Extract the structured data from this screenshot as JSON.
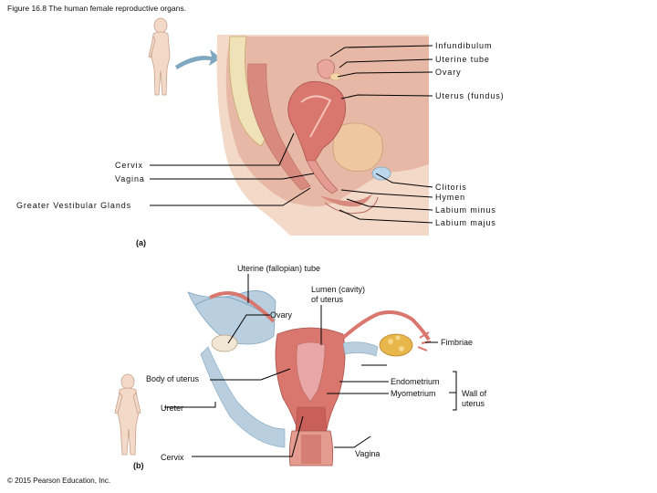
{
  "figure": {
    "caption": "Figure 16.8 The human female reproductive organs.",
    "copyright": "© 2015 Pearson Education, Inc."
  },
  "panel_a": {
    "letter": "(a)",
    "labels": {
      "infundibulum": "Infundibulum",
      "uterine_tube": "Uterine tube",
      "ovary": "Ovary",
      "uterus_fundus": "Uterus (fundus)",
      "cervix": "Cervix",
      "vagina": "Vagina",
      "greater_vestibular_glands": "Greater Vestibular Glands",
      "clitoris": "Clitoris",
      "hymen": "Hymen",
      "labium_minus": "Labium minus",
      "labium_majus": "Labium majus"
    }
  },
  "panel_b": {
    "letter": "(b)",
    "labels": {
      "uterine_fallopian_tube": "Uterine (fallopian) tube",
      "lumen_line1": "Lumen (cavity)",
      "lumen_line2": "of uterus",
      "ovary": "Ovary",
      "fimbriae": "Fimbriae",
      "body_of_uterus": "Body of uterus",
      "endometrium": "Endometrium",
      "myometrium": "Myometrium",
      "wall_line1": "Wall of",
      "wall_line2": "uterus",
      "ureter": "Ureter",
      "cervix": "Cervix",
      "vagina": "Vagina"
    }
  },
  "colors": {
    "tissue": "#e8b8a6",
    "uterus": "#d9776f",
    "bone": "#f0e2b8",
    "skin": "#f3d9c8",
    "ligament": "#b9cfe0",
    "arrow": "#7fa7bf"
  }
}
